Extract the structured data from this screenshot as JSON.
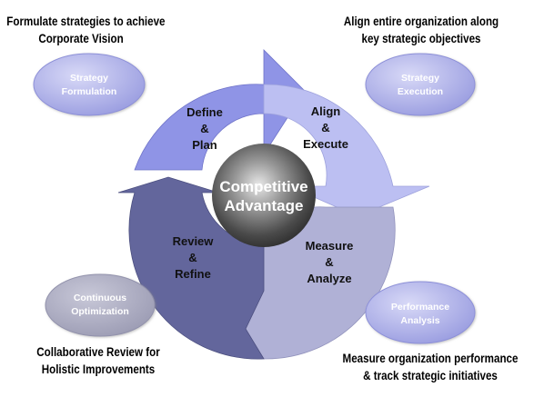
{
  "center": {
    "line1": "Competitive",
    "line2": "Advantage"
  },
  "segments": [
    {
      "id": "define",
      "lines": [
        "Define",
        "&",
        "Plan"
      ]
    },
    {
      "id": "align",
      "lines": [
        "Align",
        "&",
        "Execute"
      ]
    },
    {
      "id": "measure",
      "lines": [
        "Measure",
        "&",
        "Analyze"
      ]
    },
    {
      "id": "review",
      "lines": [
        "Review",
        "&",
        "Refine"
      ]
    }
  ],
  "ovals": [
    {
      "id": "strategy-formulation",
      "lines": [
        "Strategy",
        "Formulation"
      ]
    },
    {
      "id": "strategy-execution",
      "lines": [
        "Strategy",
        "Execution"
      ]
    },
    {
      "id": "continuous-optimization",
      "lines": [
        "Continuous",
        "Optimization"
      ]
    },
    {
      "id": "performance-analysis",
      "lines": [
        "Performance",
        "Analysis"
      ]
    }
  ],
  "captions": [
    {
      "id": "top-left",
      "lines": [
        "Formulate strategies to achieve",
        "Corporate Vision"
      ]
    },
    {
      "id": "top-right",
      "lines": [
        "Align entire organization along",
        "key strategic objectives"
      ]
    },
    {
      "id": "bottom-left",
      "lines": [
        "Collaborative Review for",
        "Holistic Improvements"
      ]
    },
    {
      "id": "bottom-right",
      "lines": [
        "Measure organization performance",
        "& track strategic initiatives"
      ]
    }
  ],
  "colors": {
    "define": "#8f94e6",
    "align": "#bcbff2",
    "measure": "#b0b1d6",
    "review": "#63669c",
    "oval": "#a9abe6",
    "hub": "#4a4a4a"
  }
}
